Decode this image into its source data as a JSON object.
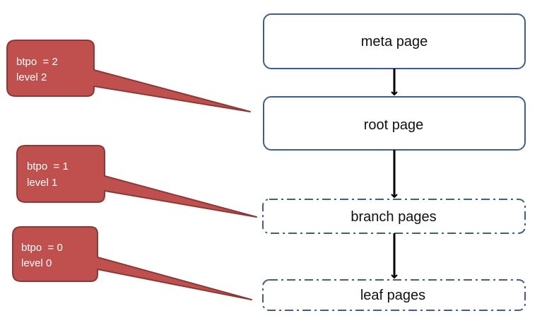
{
  "nodes": {
    "meta": {
      "label": "meta page"
    },
    "root": {
      "label": "root page"
    },
    "branch": {
      "label": "branch pages"
    },
    "leaf": {
      "label": "leaf pages"
    }
  },
  "callouts": [
    {
      "line1": "btpo  = 2",
      "line2": "level 2"
    },
    {
      "line1": "btpo  = 1",
      "line2": "level 1"
    },
    {
      "line1": "btpo  = 0",
      "line2": "level 0"
    }
  ],
  "colors": {
    "node_border": "#3d5f8a",
    "callout_fill": "#c0504d",
    "callout_border": "#8c3836",
    "arrow": "#000000",
    "callout_text": "#ffffff"
  }
}
